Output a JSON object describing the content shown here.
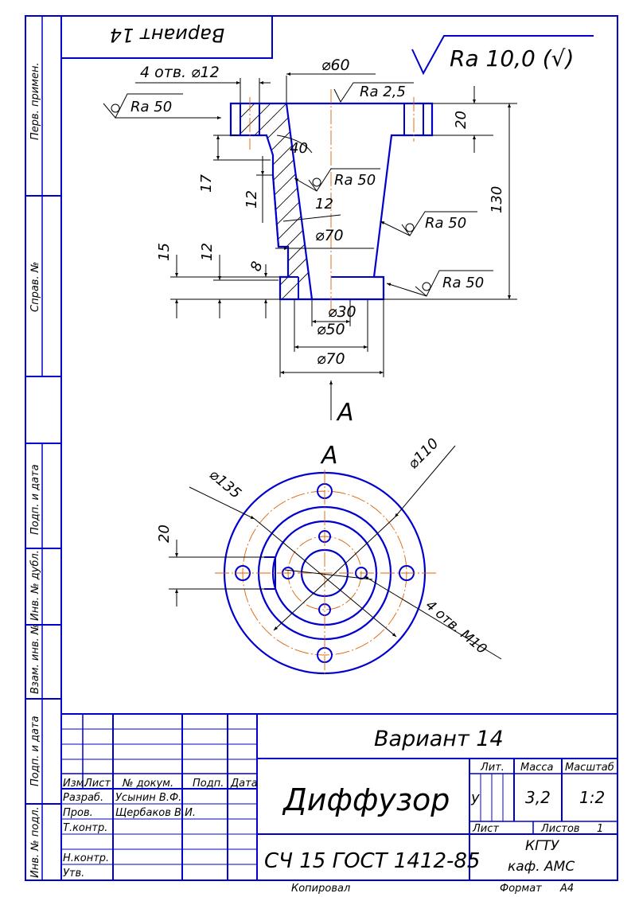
{
  "colors": {
    "frame": "#0000cc",
    "dimensions": "#000000",
    "centerline": "#e06000",
    "background": "#ffffff"
  },
  "variant_box": "Вариант 14",
  "roughness_general": "Ra 10,0 (√)",
  "dims": {
    "holes_note": "4 отв. ⌀12",
    "d60": "⌀60",
    "ra25": "Ra 2,5",
    "ra50": "Ra 50",
    "h20": "20",
    "h130": "130",
    "h17": "17",
    "h12": "12",
    "h15": "15",
    "h8": "8",
    "a40": "40",
    "d70": "⌀70",
    "d30": "⌀30",
    "d50": "⌀50",
    "view": "A",
    "d135": "⌀135",
    "d110": "⌀110",
    "m10": "4 отв. М10"
  },
  "side_labels": [
    "Перв. примен.",
    "Справ. №",
    "Подп. и дата",
    "Инв. № дубл.",
    "Взам. инв. №",
    "Подп. и дата",
    "Инв. № подл."
  ],
  "title_block": {
    "variant": "Вариант 14",
    "name": "Диффузор",
    "material": "СЧ 15 ГОСТ 1412-85",
    "org1": "КГТУ",
    "org2": "каф. АМС",
    "headers": {
      "izm": "Изм.",
      "list": "Лист",
      "doc": "№ докум.",
      "podp": "Подп.",
      "data": "Дата"
    },
    "roles": {
      "razrab": "Разраб.",
      "prov": "Пров.",
      "tkontr": "Т.контр.",
      "nkontr": "Н.контр.",
      "utv": "Утв."
    },
    "names": {
      "razrab": "Усынин В.Ф.",
      "prov": "Щербаков В.И."
    },
    "lit": "Лит.",
    "massa": "Масса",
    "masshtab": "Масштаб",
    "lit_val": "у",
    "massa_val": "3,2",
    "masshtab_val": "1:2",
    "sheet": "Лист",
    "sheets": "Листов",
    "sheets_val": "1",
    "copied": "Копировал",
    "format": "Формат",
    "format_val": "А4"
  }
}
